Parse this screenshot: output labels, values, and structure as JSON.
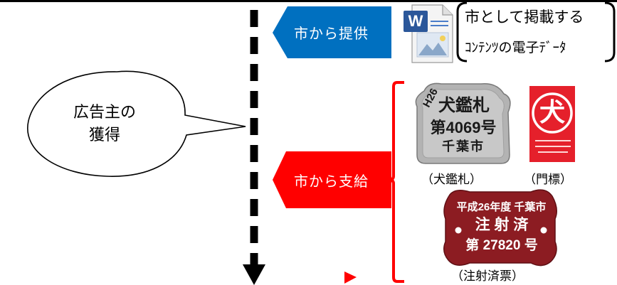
{
  "bubble": {
    "line1": "広告主の",
    "line2": "獲得"
  },
  "provide": {
    "label": "市から提供",
    "color": "#0070c0"
  },
  "supply": {
    "label": "市から支給",
    "color": "#ff0000"
  },
  "content_box": {
    "line1": "市として掲載する",
    "line2": "ｺﾝﾃﾝﾂの電子ﾃﾞｰﾀ"
  },
  "word_icon": {
    "letter": "W"
  },
  "dog_tag": {
    "year": "H26",
    "title": "犬鑑札",
    "number": "第4069号",
    "city": "千葉市"
  },
  "door_sign": {
    "glyph": "犬"
  },
  "injection_tag": {
    "line1": "平成26年度 千葉市",
    "line2": "注 射 済",
    "line3": "第 27820 号"
  },
  "captions": {
    "dog_tag": "（犬鑑札）",
    "door_sign": "（門標）",
    "injection_tag": "（注射済票）"
  }
}
